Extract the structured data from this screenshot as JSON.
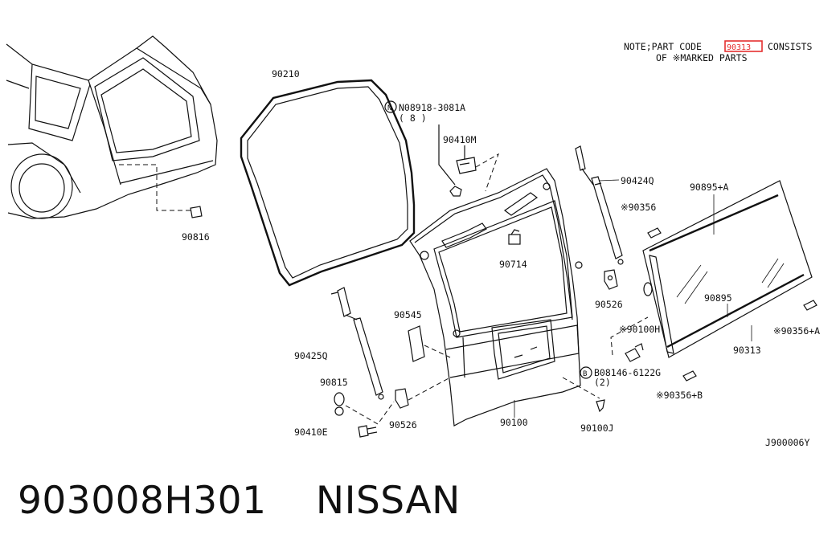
{
  "note": {
    "line1_prefix": "NOTE;PART CODE",
    "highlight_code": "90313",
    "line1_suffix": "CONSISTS",
    "line2": "OF ※MARKED PARTS",
    "highlight_color": "#e53030"
  },
  "callouts": {
    "p90210": "90210",
    "p08918": "N08918-3081A",
    "p08918_qty": "( 8 )",
    "p90410m": "90410M",
    "p90424q": "90424Q",
    "p90816": "90816",
    "p90895a": "90895+A",
    "p90356": "※90356",
    "p90714": "90714",
    "p90526_r": "90526",
    "p90545": "90545",
    "p90100h": "※90100H",
    "p90895": "90895",
    "p90356a": "※90356+A",
    "p90313": "90313",
    "p90425q": "90425Q",
    "p08146": "B08146-6122G",
    "p08146_qty": "(2)",
    "p90815": "90815",
    "p90356b": "※90356+B",
    "p90410e": "90410E",
    "p90526_l": "90526",
    "p90100": "90100",
    "p90100j": "90100J"
  },
  "diagram_id": "J900006Y",
  "footer": {
    "part_number": "903008H301",
    "brand": "NISSAN"
  }
}
